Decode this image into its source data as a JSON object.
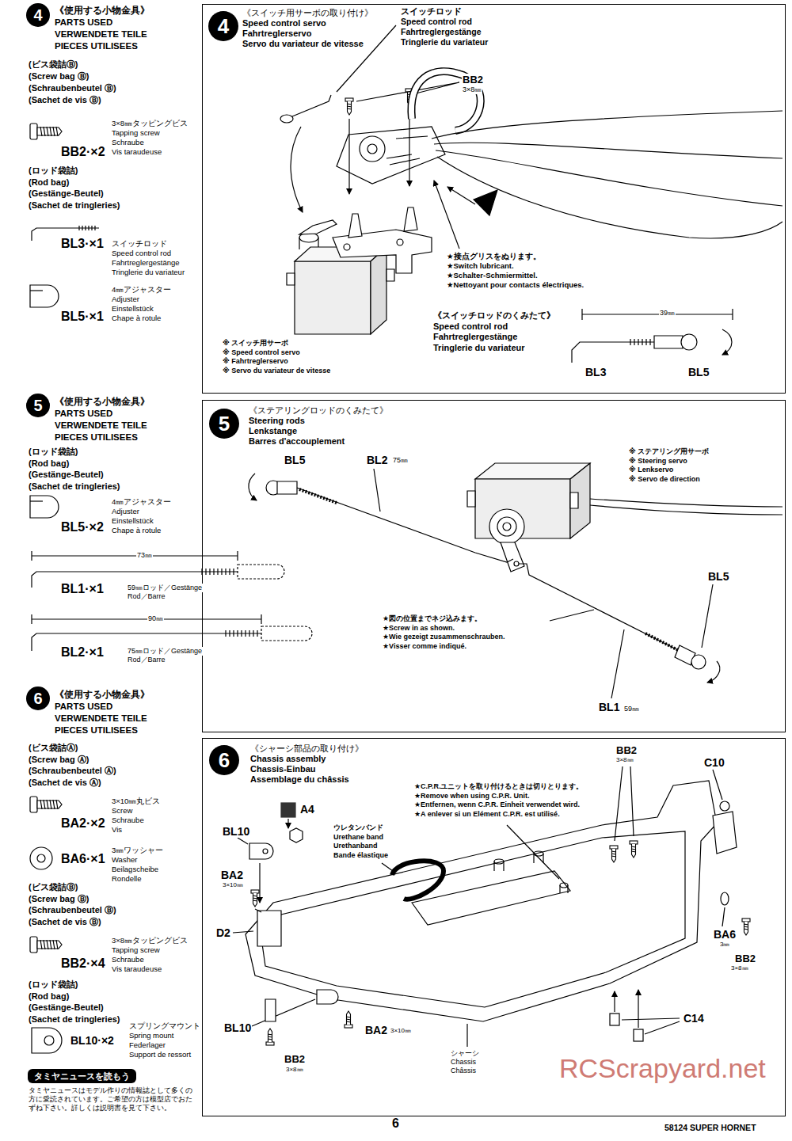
{
  "diagram": {
    "nodes": [
      {
        "text": [
          "4"
        ]
      },
      {
        "text": [
          "《スイッチ用サーボの取り付け》",
          "Speed control servo",
          "Fahrtreglerservo",
          "Servo du variateur de vitesse"
        ]
      },
      {
        "text": [
          "4"
        ],
        "in": 1
      },
      {
        "text": [
          "5"
        ]
      },
      {
        "text": [
          "《ステアリングロッドのくみたて》",
          "Steering rods",
          "Lenkstange",
          "Barres d'accouplement"
        ]
      },
      {
        "text": [
          "5"
        ],
        "in": 4
      },
      {
        "text": [
          "6"
        ]
      },
      {
        "text": [
          "《シャーシ部品の取り付け》",
          "Chassis assembly",
          "Chassis-Einbau",
          "Assemblage du châssis"
        ]
      },
      {
        "text": [
          "6"
        ],
        "in": 7
      },
      {
        "text": [
          "タミヤニュースを読もう"
        ]
      }
    ],
    "labels": [
      "《使用する小物金具》",
      "PARTS USED",
      "VERWENDETE TEILE",
      "PIECES UTILISEES",
      "(ビス袋詰Ⓑ)",
      "(Screw bag Ⓑ)",
      "(Schraubenbeutel Ⓑ)",
      "(Sachet de vis Ⓑ)",
      "3×8㎜タッピングビス",
      "Tapping screw",
      "Schraube",
      "Vis taraudeuse",
      "BB2·×2",
      "(ロッド袋詰)",
      "(Rod bag)",
      "(Gestänge-Beutel)",
      "(Sachet de tringleries)",
      "BL3·×1",
      "スイッチロッド",
      "Speed control rod",
      "Fahrtreglergestänge",
      "Tringlerie du variateur",
      "BL5·×1",
      "4㎜アジャスター",
      "Adjuster",
      "Einstellstück",
      "Chape à rotule",
      "スイッチロッド",
      "Speed control rod",
      "Fahrtreglergestänge",
      "Tringlerie du variateur",
      "BB2",
      "3×8㎜",
      "★接点グリスをぬります。",
      "★Switch lubricant.",
      "★Schalter-Schmiermittel.",
      "★Nettoyant pour contacts électriques.",
      "※ スイッチ用サーボ",
      "※ Speed control servo",
      "※ Fahrtreglerservo",
      "※ Servo du variateur de vitesse",
      "《スイッチロッドのくみたて》",
      "Speed control rod",
      "Fahrtreglergestänge",
      "Tringlerie du variateur",
      "39㎜",
      "BL3",
      "BL5",
      "《使用する小物金具》",
      "PARTS USED",
      "VERWENDETE TEILE",
      "PIECES UTILISEES",
      "(ロッド袋詰)",
      "(Rod bag)",
      "(Gestänge-Beutel)",
      "(Sachet de tringleries)",
      "4㎜アジャスター",
      "Adjuster",
      "Einstellstück",
      "Chape à rotule",
      "BL5·×2",
      "73㎜",
      "BL1·×1",
      "59㎜ロッド／Gestänge",
      "Rod／Barre",
      "90㎜",
      "BL2·×1",
      "75㎜ロッド／Gestänge",
      "Rod／Barre",
      "BL5",
      "BL2",
      "75㎜",
      "※ ステアリング用サーボ",
      "※ Steering servo",
      "※ Lenkservo",
      "※ Servo de direction",
      "BL5",
      "★図の位置までネジ込みます。",
      "★Screw in as shown.",
      "★Wie gezeigt zusammenschrauben.",
      "★Visser comme indiqué.",
      "BL1",
      "59㎜",
      "《使用する小物金具》",
      "PARTS USED",
      "VERWENDETE TEILE",
      "PIECES UTILISEES",
      "(ビス袋詰Ⓐ)",
      "(Screw bag Ⓐ)",
      "(Schraubenbeutel Ⓐ)",
      "(Sachet de vis Ⓐ)",
      "3×10㎜丸ビス",
      "Screw",
      "Schraube",
      "Vis",
      "BA2·×2",
      "3㎜ワッシャー",
      "Washer",
      "Beilagscheibe",
      "Rondelle",
      "BA6·×1",
      "(ビス袋詰Ⓑ)",
      "(Screw bag Ⓑ)",
      "(Schraubenbeutel Ⓑ)",
      "(Sachet de vis Ⓑ)",
      "3×8㎜タッピングビス",
      "Tapping screw",
      "Schraube",
      "Vis taraudeuse",
      "BB2·×4",
      "(ロッド袋詰)",
      "(Rod bag)",
      "(Gestänge-Beutel)",
      "(Sachet de tringleries)",
      "BL10·×2",
      "スプリングマウント",
      "Spring mount",
      "Federlager",
      "Support de ressort",
      "タミヤニュースはモデル作りの情報誌として多くの方に愛読されています。ご希望の方は模型店でおたずね下さい。詳しくは説明書を見て下さい。",
      "BL10",
      "BA2",
      "3×10㎜",
      "A4",
      "ウレタンバンド",
      "Urethane band",
      "Urethanband",
      "Bande élastique",
      "★C.P.R.ユニットを取り付けるときは切りとります。",
      "★Remove when using C.P.R. Unit.",
      "★Entfernen, wenn C.P.R. Einheit verwendet wird.",
      "★A enlever si un Elément C.P.R. est utilisé.",
      "BB2",
      "3×8㎜",
      "C10",
      "D2",
      "BL10",
      "BA2",
      "3×10㎜",
      "シャーシ",
      "Chassis",
      "Châssis",
      "BA6",
      "3㎜",
      "BB2",
      "3×8㎜",
      "C14",
      "BB2",
      "3×8㎜",
      "6",
      "58124 SUPER HORNET",
      "RCScrapyard.net"
    ]
  }
}
